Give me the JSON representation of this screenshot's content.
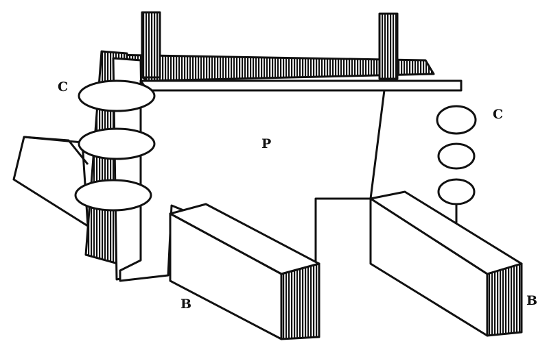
{
  "labels": {
    "c_left": "C",
    "c_right": "C",
    "p_center": "P",
    "b_left": "B",
    "b_right": "B"
  },
  "colors": {
    "ink": "#111111",
    "paper": "#ffffff"
  }
}
